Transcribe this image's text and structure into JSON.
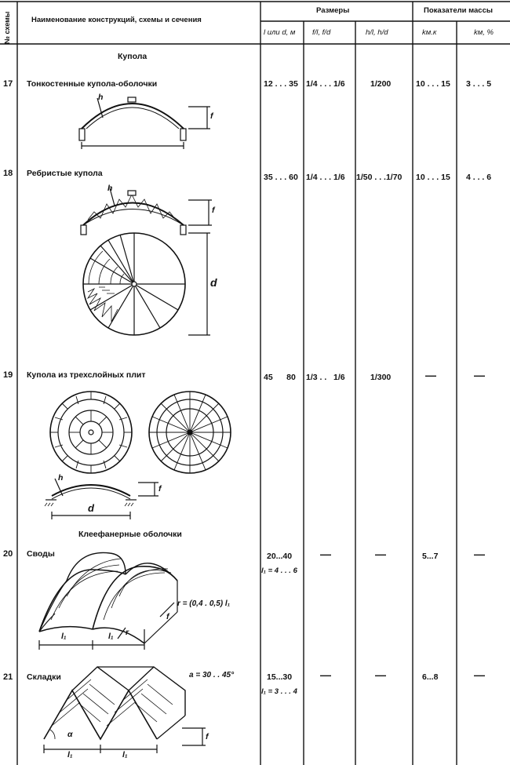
{
  "header": {
    "scheme_no": "№ схемы",
    "name": "Наименование конструкций, схемы и сечения",
    "sizes_group": "Размеры",
    "mass_group": "Показатели массы",
    "col_l": "l или d, м",
    "col_f": "f/l,  f/d",
    "col_h": "h/l,  h/d",
    "col_km": "kм.к",
    "col_kpct": "kм, %"
  },
  "sections": {
    "domes": "Купола",
    "plywood": "Клеефанерные оболочки"
  },
  "rows": [
    {
      "no": "17",
      "name": "Тонкостенные купола-оболочки",
      "l": "12 . . . 35",
      "f": "1/4 . . . 1/6",
      "h": "1/200",
      "km": "10 . . . 15",
      "kpct": "3 . . . 5"
    },
    {
      "no": "18",
      "name": "Ребристые купола",
      "l": "35 . . . 60",
      "f": "1/4 . . . 1/6",
      "h": "1/50 . . .1/70",
      "km": "10 . . . 15",
      "kpct": "4 . . . 6"
    },
    {
      "no": "19",
      "name": "Купола из трехслойных плит",
      "l": "45      80",
      "f": "1/3 . .   1/6",
      "h": "1/300",
      "km": "—",
      "kpct": "—"
    },
    {
      "no": "20",
      "name": "Своды",
      "l": "20...40",
      "l2": "l₁ = 4 . . . 6",
      "f": "—",
      "h": "—",
      "km": "5...7",
      "kpct": "—"
    },
    {
      "no": "21",
      "name": "Складки",
      "l": "15...30",
      "l2": "l₁ = 3 . . . 4",
      "f": "—",
      "h": "—",
      "km": "6...8",
      "kpct": "—"
    }
  ],
  "labels": {
    "h": "h",
    "f": "f",
    "d": "d",
    "l1": "l₁",
    "r": "r",
    "alpha": "α",
    "r_formula": "r = (0,4    . 0,5) l₁",
    "a_formula": "a = 30 .  . 45°"
  }
}
